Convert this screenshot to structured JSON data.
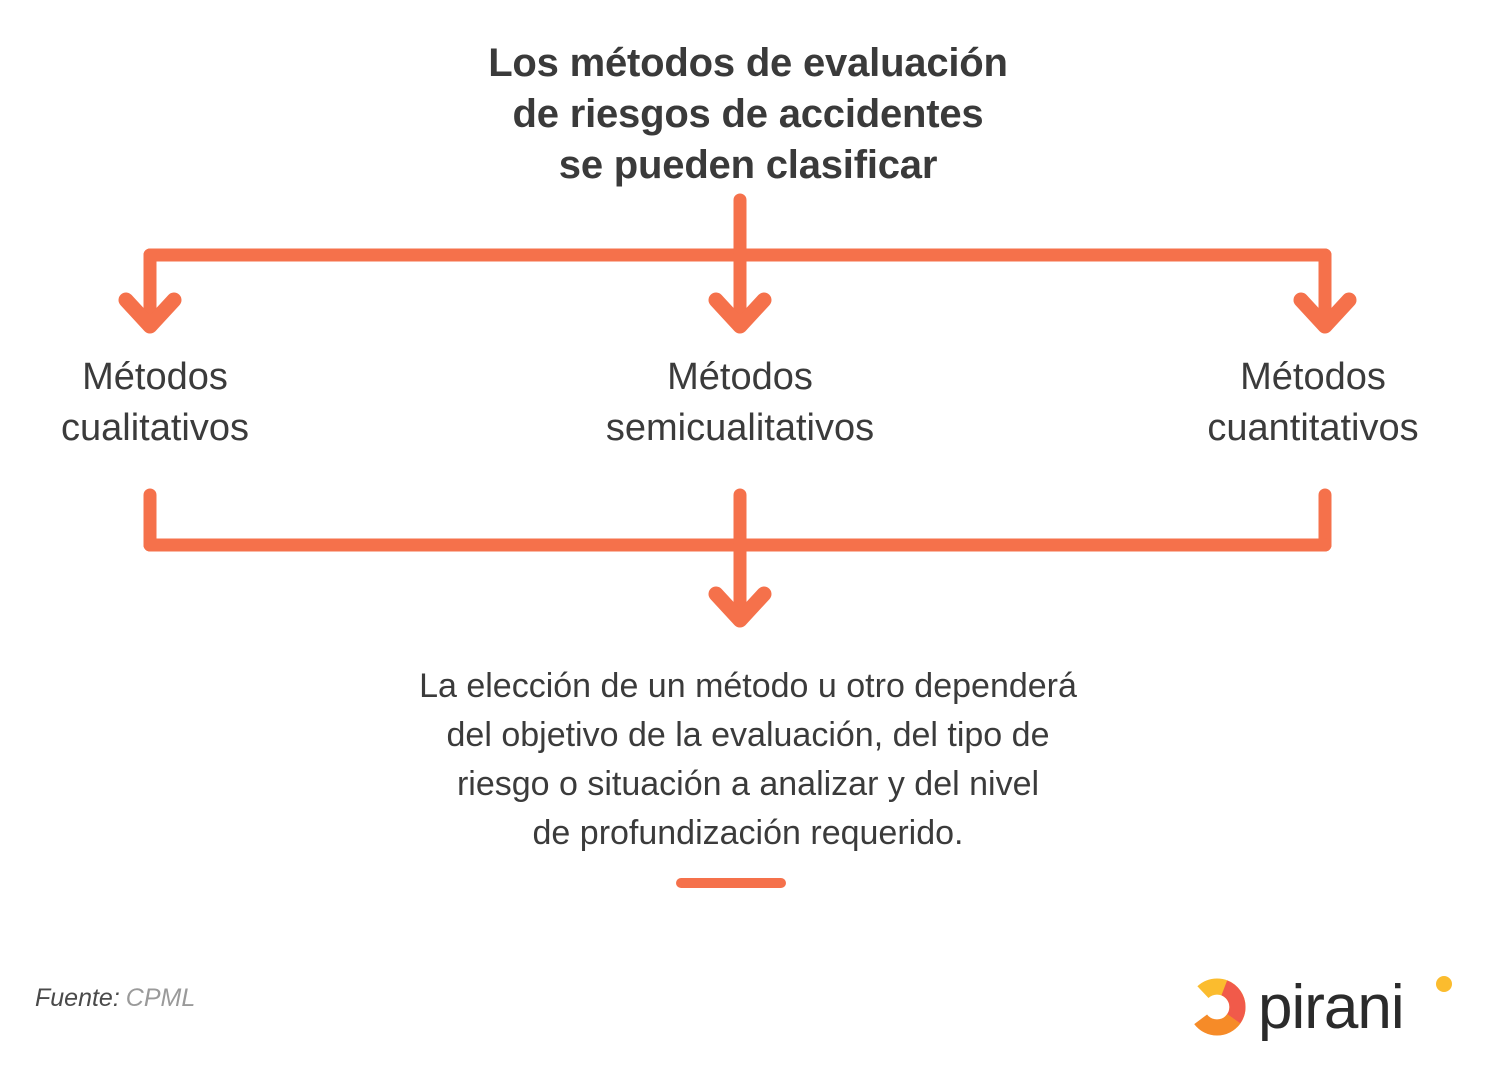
{
  "title": "Los métodos de evaluación\nde riesgos de accidentes\nse pueden clasificar",
  "categories": [
    {
      "label": "Métodos\ncualitativos"
    },
    {
      "label": "Métodos\nsemicualitativos"
    },
    {
      "label": "Métodos\ncuantitativos"
    }
  ],
  "conclusion": "La elección de un método u otro dependerá\ndel objetivo de la evaluación, del tipo de\nriesgo o situación a analizar y del nivel\nde profundización requerido.",
  "footer": {
    "source_label": "Fuente:",
    "source_value": "CPML"
  },
  "logo": {
    "wordmark": "pirani"
  },
  "colors": {
    "accent": "#f5714b",
    "text_dark": "#3a3a3a",
    "text_body": "#3b3b3b",
    "source_value": "#9a9a9a",
    "logo_word": "#2b2b2b",
    "logo_yellow": "#fbbc2e",
    "logo_orange": "#f68b28",
    "logo_red": "#f15a4a",
    "background": "#ffffff"
  },
  "diagram": {
    "type": "flow",
    "structure": "one-to-three-to-one",
    "top_node": "title",
    "branch_count": 3,
    "bottom_node": "conclusion"
  }
}
